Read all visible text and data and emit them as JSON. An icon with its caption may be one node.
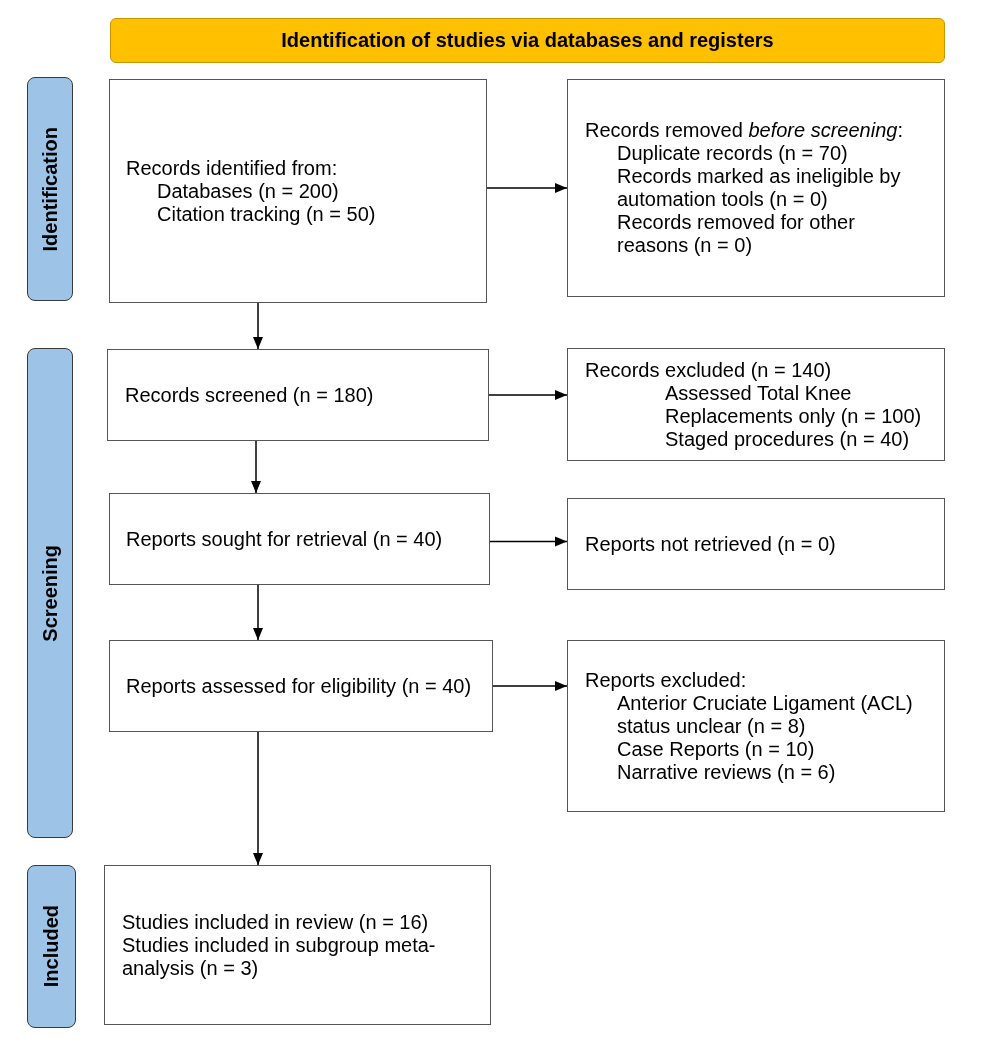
{
  "diagram": {
    "nodes": [
      {
        "text": [
          "Identification of studies via databases and registers"
        ]
      },
      {
        "text": [
          "Identification"
        ]
      },
      {
        "text": [
          "Records identified from:",
          "Databases (n = 200)",
          "Citation tracking (n = 50)"
        ]
      },
      {
        "text": [
          "Records removed *before screening*:",
          "Duplicate records (n = 70)",
          "Records marked as ineligible by automation tools (n = 0)",
          "Records removed for other reasons (n = 0)"
        ]
      },
      {
        "text": [
          "Screening"
        ]
      },
      {
        "text": [
          "Records screened (n = 180)"
        ]
      },
      {
        "text": [
          "Records excluded (n = 140)",
          "Assessed Total Knee Replacements only (n = 100)",
          "Staged procedures (n = 40)"
        ]
      },
      {
        "text": [
          "Reports sought for retrieval (n = 40)"
        ]
      },
      {
        "text": [
          "Reports not retrieved (n = 0)"
        ]
      },
      {
        "text": [
          "Reports assessed for eligibility (n = 40)"
        ]
      },
      {
        "text": [
          "Reports excluded:",
          "Anterior Cruciate Ligament (ACL) status unclear (n = 8)",
          "Case Reports (n = 10)",
          "Narrative reviews (n = 6)"
        ]
      },
      {
        "text": [
          "Included"
        ]
      },
      {
        "text": [
          "Studies included in review (n = 16)",
          "Studies included in subgroup meta-analysis (n = 3)"
        ]
      }
    ],
    "edges": [
      {
        "from": 2,
        "to": 3,
        "arrow": "to"
      },
      {
        "from": 2,
        "to": 5,
        "arrow": "to"
      },
      {
        "from": 5,
        "to": 6,
        "arrow": "to"
      },
      {
        "from": 5,
        "to": 7,
        "arrow": "to"
      },
      {
        "from": 7,
        "to": 8,
        "arrow": "to"
      },
      {
        "from": 7,
        "to": 9,
        "arrow": "to"
      },
      {
        "from": 9,
        "to": 10,
        "arrow": "to"
      },
      {
        "from": 9,
        "to": 12,
        "arrow": "to"
      }
    ]
  }
}
